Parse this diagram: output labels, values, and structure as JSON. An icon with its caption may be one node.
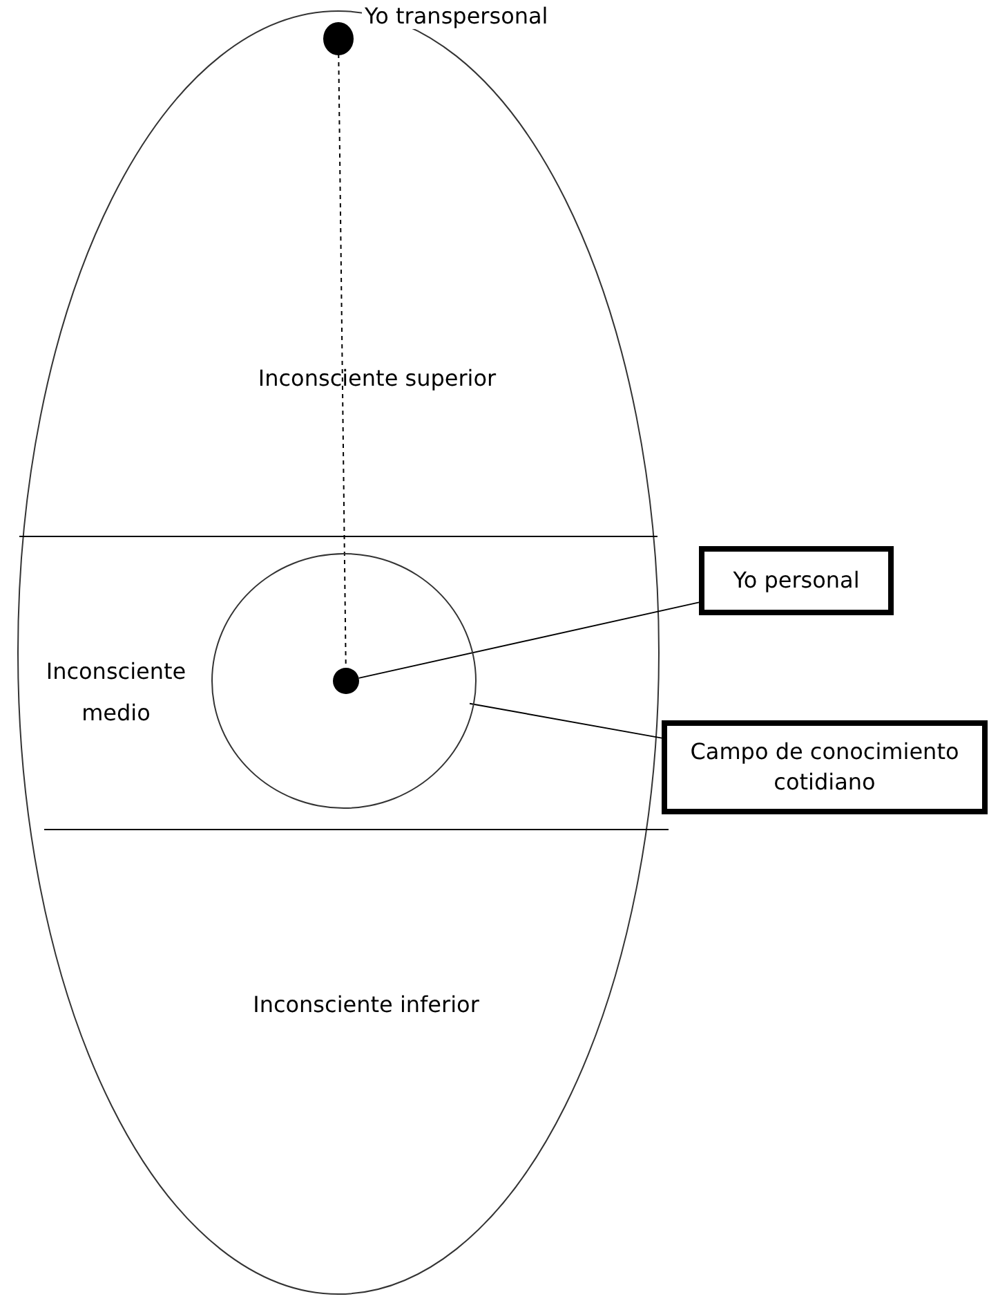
{
  "diagram": {
    "nodes": [
      {
        "text": [],
        "shape": "circle",
        "beside": [
          "Yo transpersonal"
        ]
      },
      {
        "text": [],
        "shape": "circle"
      },
      {
        "text": [],
        "shape": "circle",
        "in": 1
      },
      {
        "text": [
          "Yo personal"
        ]
      },
      {
        "text": [
          "Campo de conocimiento cotidiano"
        ]
      }
    ],
    "edges": [
      {
        "from": 0,
        "to": 2,
        "arrow": "none",
        "style": "dashed"
      },
      {
        "from": 3,
        "to": 2,
        "arrow": "none"
      },
      {
        "from": 4,
        "to": 1,
        "arrow": "none"
      }
    ],
    "labels": [
      "Inconsciente superior",
      "Inconsciente medio",
      "Inconsciente inferior"
    ]
  }
}
